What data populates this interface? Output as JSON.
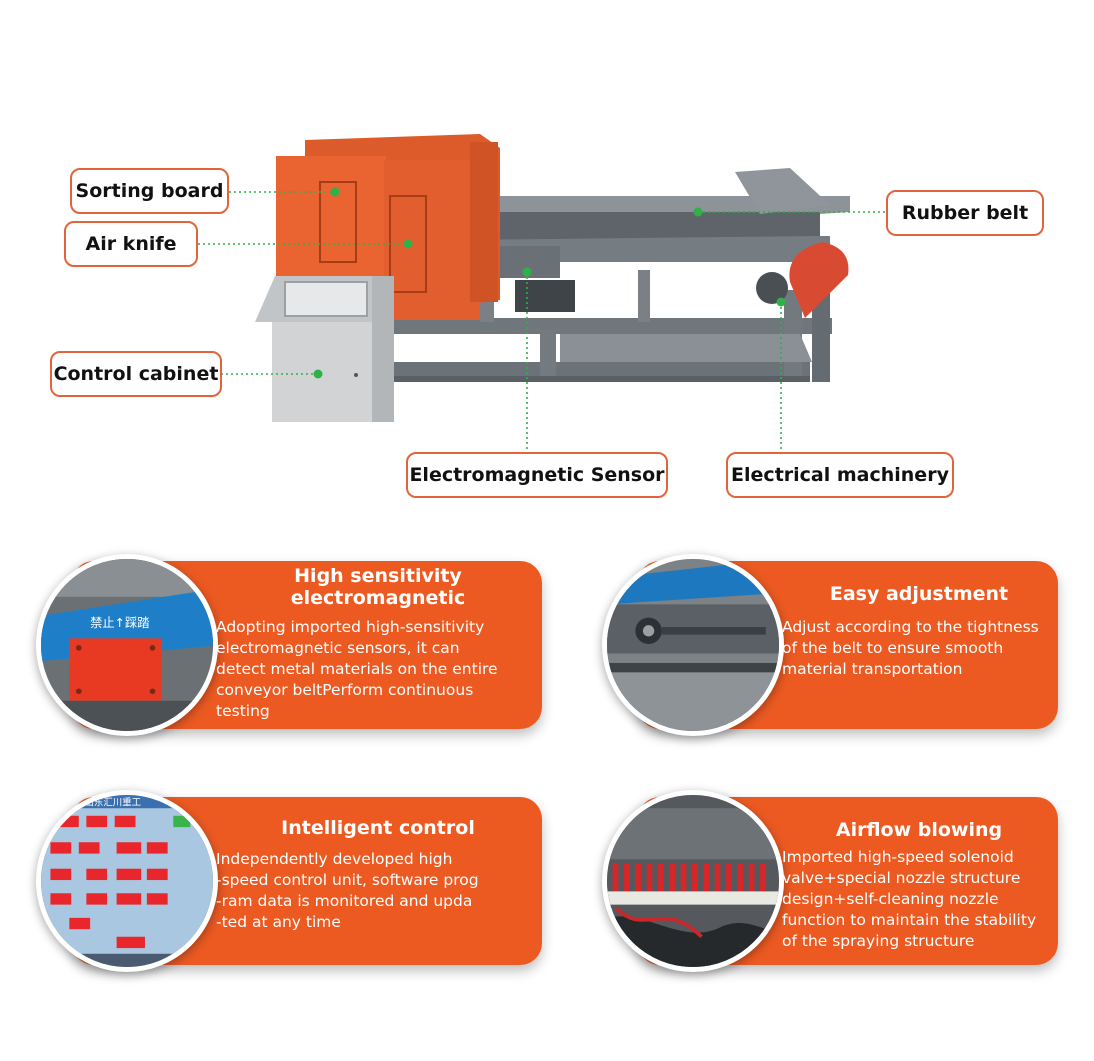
{
  "callouts": {
    "sorting_board": "Sorting board",
    "air_knife": "Air knife",
    "control_cabinet": "Control cabinet",
    "rubber_belt": "Rubber belt",
    "electromagnetic_sensor": "Electromagnetic Sensor",
    "electrical_machinery": "Electrical machinery"
  },
  "features": [
    {
      "title_line1": "High sensitivity",
      "title_line2": "electromagnetic",
      "desc": [
        "Adopting imported high-sensitivity",
        "electromagnetic sensors, it can",
        "detect metal materials on the entire",
        "conveyor beltPerform continuous",
        "testing"
      ],
      "image_text": "禁止↑踩踏"
    },
    {
      "title_line1": "Easy adjustment",
      "desc": [
        "Adjust according to the tightness",
        "of the belt to ensure smooth",
        "material transportation"
      ]
    },
    {
      "title_line1": "Intelligent control",
      "desc": [
        "Independently developed high",
        "-speed control unit, software prog",
        "-ram data is monitored and upda",
        "-ted at any time"
      ],
      "image_text": "山东汇川重工"
    },
    {
      "title_line1": "Airflow blowing",
      "desc": [
        "Imported high-speed solenoid",
        "valve+special nozzle structure",
        "design+self-cleaning nozzle",
        "function to maintain the stability",
        "of the spraying structure"
      ]
    }
  ],
  "colors": {
    "accent": "#ec5a22",
    "frame": "#6f767c",
    "leader": "#2fb14a"
  }
}
